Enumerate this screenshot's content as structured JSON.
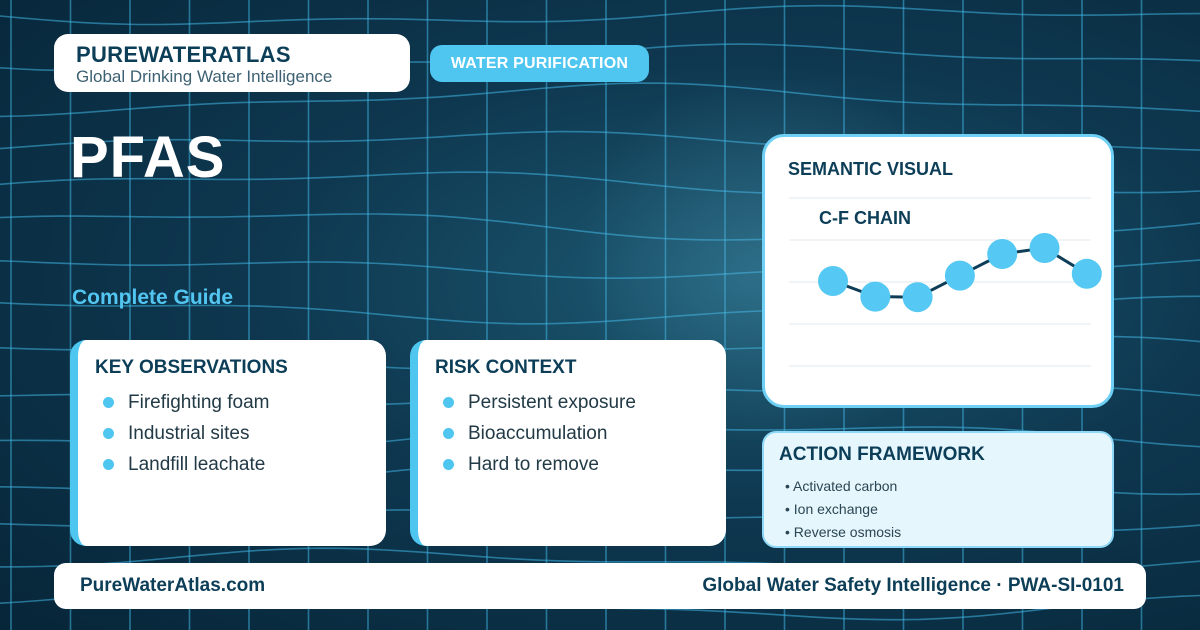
{
  "brand": {
    "name": "PUREWATERATLAS",
    "tagline": "Global Drinking Water Intelligence"
  },
  "category_pill": "WATER PURIFICATION",
  "title": "PFAS",
  "subtitle": "Complete Guide",
  "observations": {
    "title": "KEY OBSERVATIONS",
    "items": [
      "Firefighting foam",
      "Industrial sites",
      "Landfill leachate"
    ]
  },
  "risk": {
    "title": "RISK CONTEXT",
    "items": [
      "Persistent exposure",
      "Bioaccumulation",
      "Hard to remove"
    ]
  },
  "semantic_visual": {
    "title": "SEMANTIC VISUAL",
    "label": "C-F CHAIN",
    "points": [
      0.55,
      0.29,
      0.28,
      0.64,
      1.0,
      1.1,
      0.67
    ]
  },
  "framework": {
    "title": "ACTION FRAMEWORK",
    "items": [
      "• Activated carbon",
      "• Ion exchange",
      "• Reverse osmosis"
    ]
  },
  "footer": {
    "site": "PureWaterAtlas.com",
    "tag": "Global Water Safety Intelligence · PWA-SI-0101"
  },
  "colors": {
    "accent": "#4ec6f0",
    "navy": "#0d3e58",
    "chain_line": "#0e3d57",
    "chain_node": "#55c8f3"
  }
}
